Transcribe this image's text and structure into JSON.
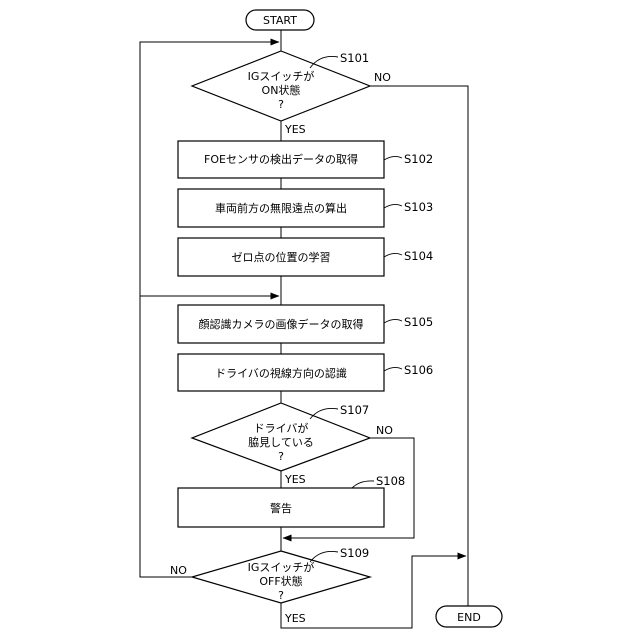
{
  "terminals": {
    "start": "START",
    "end": "END"
  },
  "steps": {
    "s101": {
      "id": "S101",
      "lines": [
        "IGスイッチが",
        "ON状態",
        "?"
      ],
      "yes": "YES",
      "no": "NO"
    },
    "s102": {
      "id": "S102",
      "text": "FOEセンサの検出データの取得"
    },
    "s103": {
      "id": "S103",
      "text": "車両前方の無限遠点の算出"
    },
    "s104": {
      "id": "S104",
      "text": "ゼロ点の位置の学習"
    },
    "s105": {
      "id": "S105",
      "text": "顔認識カメラの画像データの取得"
    },
    "s106": {
      "id": "S106",
      "text": "ドライバの視線方向の認識"
    },
    "s107": {
      "id": "S107",
      "lines": [
        "ドライバが",
        "脇見している",
        "?"
      ],
      "yes": "YES",
      "no": "NO"
    },
    "s108": {
      "id": "S108",
      "text": "警告"
    },
    "s109": {
      "id": "S109",
      "lines": [
        "IGスイッチが",
        "OFF状態",
        "?"
      ],
      "yes": "YES",
      "no": "NO"
    }
  }
}
